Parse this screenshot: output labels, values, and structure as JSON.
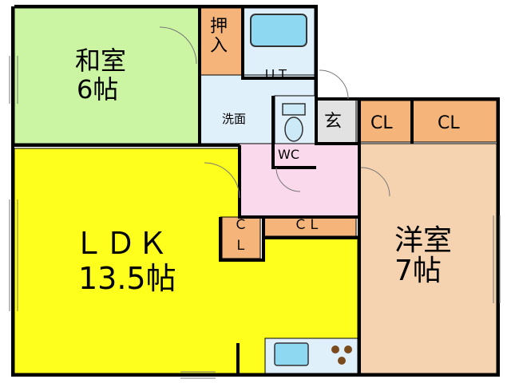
{
  "colors": {
    "washitsu": "#ccf5a3",
    "ldk": "#ffff1e",
    "youshitsu": "#f5d3b0",
    "storage": "#f5b57a",
    "wet": "#dff0fb",
    "hall": "#fbd9ec",
    "entrance": "#e2e2e2",
    "wall": "#000000"
  },
  "rooms": {
    "washitsu": {
      "name": "和室",
      "size": "6帖"
    },
    "ldk": {
      "name": "ＬＤＫ",
      "size": "13.5帖"
    },
    "youshitsu": {
      "name": "洋室",
      "size": "7帖"
    },
    "oshiire": "押入",
    "ut": "ＵＴ",
    "senmen": "洗面",
    "wc": "WC",
    "genkan": "玄",
    "cl_1": "CL",
    "cl_2": "CL",
    "cl_hall": "ＣＬ",
    "cl_vertical_1": "Ｃ",
    "cl_vertical_2": "Ｌ"
  },
  "fixtures": [
    "bathtub",
    "toilet",
    "kitchen-sink",
    "stove"
  ]
}
